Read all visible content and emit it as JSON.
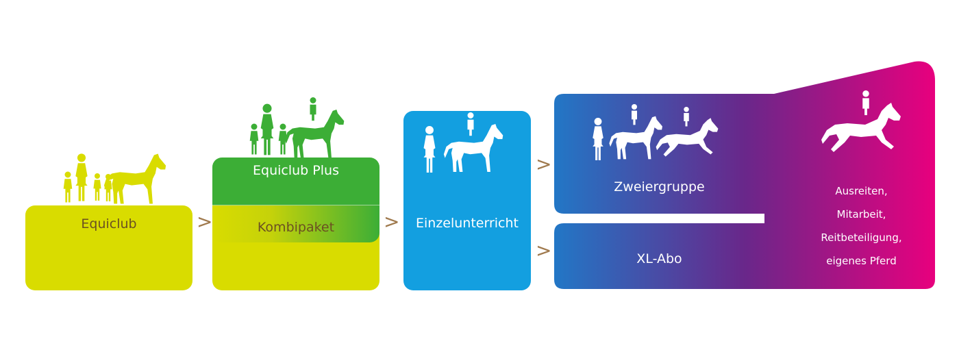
{
  "colors": {
    "lime": "#d9dc00",
    "green": "#3cae36",
    "blue": "#139fe0",
    "brown_text": "#6b5022",
    "arrow": "#a07a4e",
    "gradient_start": "#2277c6",
    "gradient_mid": "#69278a",
    "gradient_end": "#e8007e",
    "icon_lime": "#d9dc00",
    "icon_green": "#3cae36",
    "icon_white": "#ffffff"
  },
  "steps": {
    "equiclub": {
      "label": "Equiclub",
      "icon": "family-with-horse-icon"
    },
    "equiclub_plus": {
      "label": "Equiclub Plus",
      "icon": "family-with-rider-icon"
    },
    "kombipaket": {
      "label": "Kombipaket"
    },
    "einzelunterricht": {
      "label": "Einzelunterricht",
      "icon": "instructor-with-rider-icon"
    },
    "zweiergruppe": {
      "label": "Zweiergruppe",
      "icon": "instructor-with-two-riders-icon"
    },
    "xl_abo": {
      "label": "XL-Abo"
    },
    "advanced": {
      "lines": [
        "Ausreiten,",
        "Mitarbeit,",
        "Reitbeteiligung,",
        "eigenes Pferd"
      ],
      "icon": "trotting-rider-icon"
    }
  },
  "arrows": [
    ">",
    ">",
    ">",
    ">"
  ]
}
